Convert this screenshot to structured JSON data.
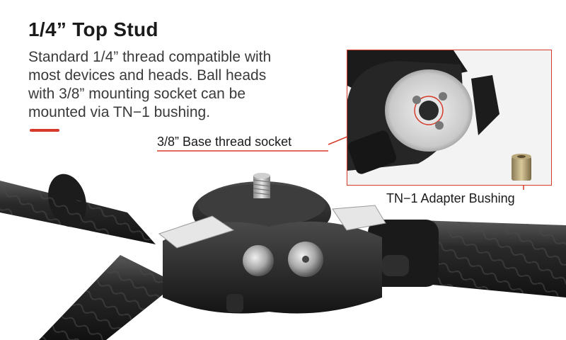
{
  "heading": {
    "title": "1/4”  Top Stud"
  },
  "description": {
    "lines": [
      "Standard 1/4”  thread compatible with",
      "most devices and heads. Ball heads",
      "with 3/8”  mounting socket can be",
      "mounted via TN−1 bushing."
    ]
  },
  "callouts": {
    "socket_label": "3/8”  Base thread socket",
    "bushing_label": "TN−1 Adapter Bushing"
  },
  "colors": {
    "accent": "#d63a2a",
    "text_dark": "#1a1a1a",
    "text_body": "#3a3a3a"
  }
}
